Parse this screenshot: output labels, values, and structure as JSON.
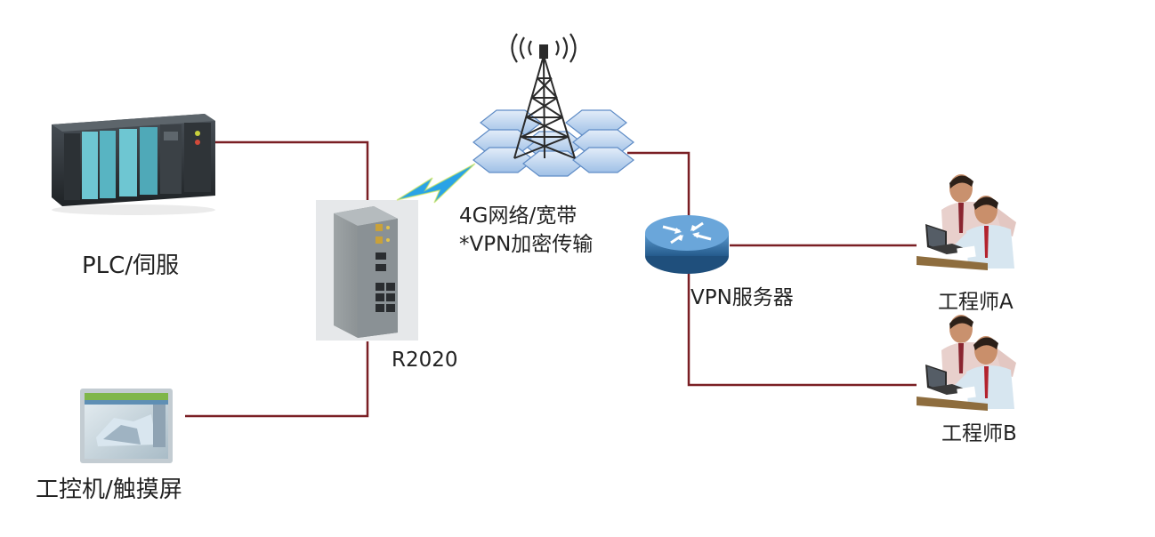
{
  "diagram": {
    "nodes": {
      "plc": {
        "label": "PLC/伺服",
        "icon": "plc-rack-icon"
      },
      "ipc": {
        "label": "工控机/触摸屏",
        "icon": "touch-panel-icon"
      },
      "router": {
        "label": "R2020",
        "icon": "industrial-router-icon"
      },
      "network": {
        "line1": "4G网络/宽带",
        "line2": "*VPN加密传输",
        "icon": "cell-tower-icon"
      },
      "vpn_server": {
        "label": "VPN服务器",
        "icon": "vpn-router-icon"
      },
      "engineer_a": {
        "label": "工程师A",
        "icon": "engineer-laptop-icon"
      },
      "engineer_b": {
        "label": "工程师B",
        "icon": "engineer-laptop-icon"
      }
    },
    "colors": {
      "link": "#7a1f24",
      "wireless": "#2aa3e6",
      "cloud_fill": "#bfd6f2",
      "vpn_router": "#2f6fa8"
    }
  }
}
